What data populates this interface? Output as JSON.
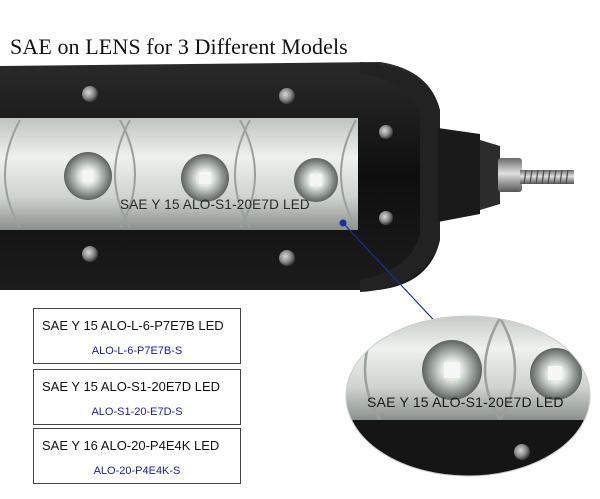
{
  "title": "SAE on LENS for 3 Different Models",
  "photo": {
    "lens_marking": "SAE  Y 15 ALO-S1-20E7D LED",
    "zoom_marking": "SAE  Y 15 ALO-S1-20E7D LED",
    "colors": {
      "housing": "#141414",
      "pointer_line": "#1a2fa0",
      "lens_glow": "#e8ece8"
    }
  },
  "models": [
    {
      "code": "SAE Y 15 ALO-L-6-P7E7B LED",
      "part": "ALO-L-6-P7E7B-S"
    },
    {
      "code": "SAE Y 15 ALO-S1-20E7D LED",
      "part": "ALO-S1-20-E7D-S"
    },
    {
      "code": "SAE Y 16 ALO-20-P4E4K LED",
      "part": "ALO-20-P4E4K-S"
    }
  ]
}
